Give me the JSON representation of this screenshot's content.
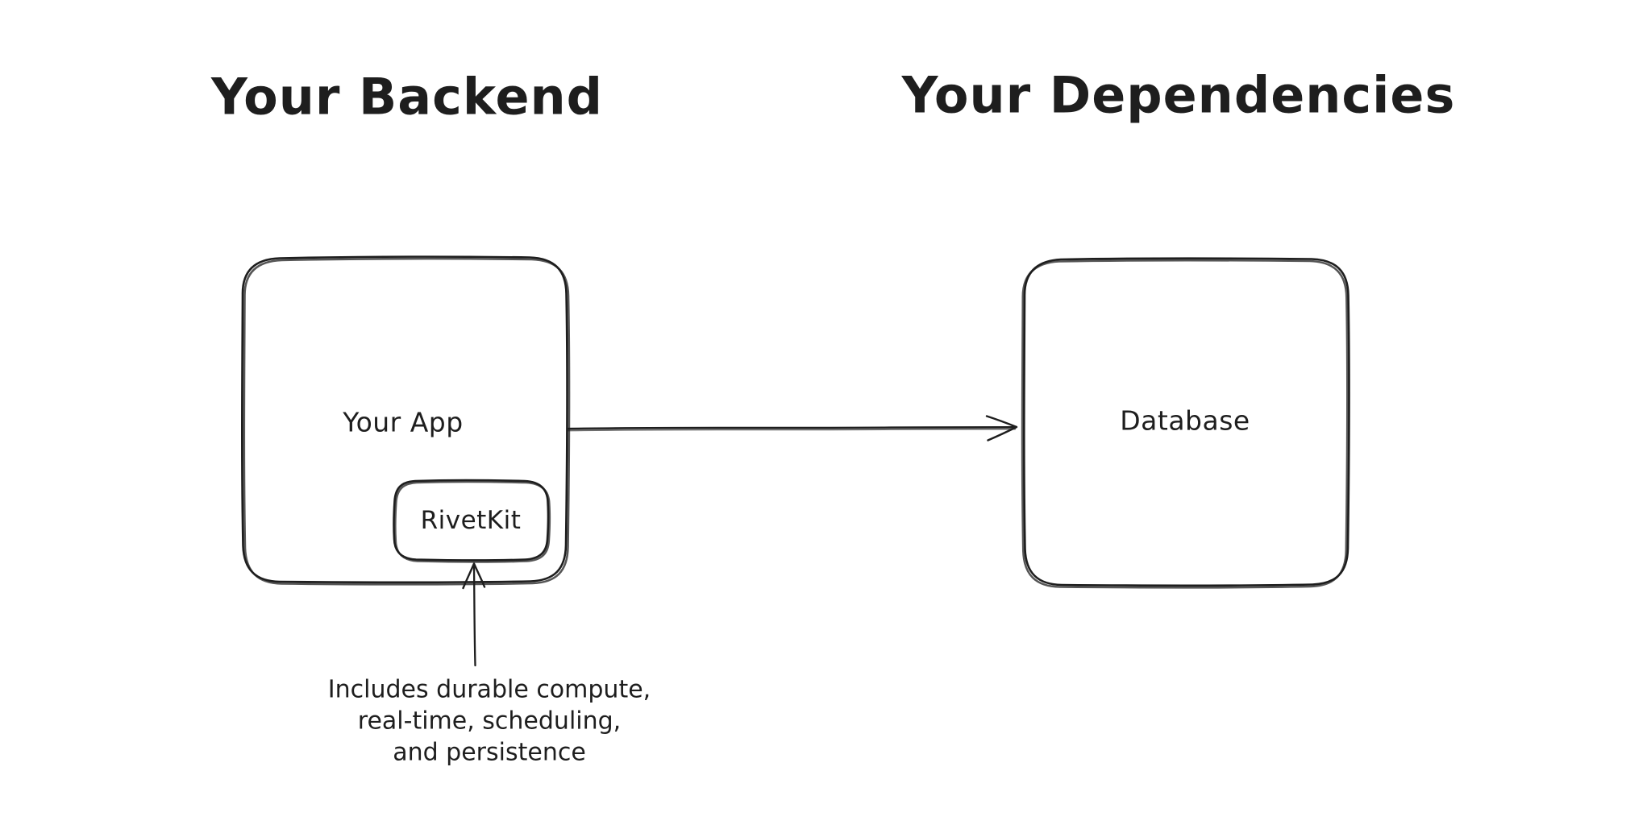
{
  "sections": {
    "backend": {
      "title": "Your Backend"
    },
    "dependencies": {
      "title": "Your Dependencies"
    }
  },
  "nodes": {
    "your_app": {
      "label": "Your App"
    },
    "rivetkit": {
      "label": "RivetKit"
    },
    "database": {
      "label": "Database"
    }
  },
  "arrows": {
    "app_to_database": {
      "from": "Your App",
      "to": "Database"
    },
    "annotation_to_rivetkit": {
      "from": "annotation",
      "to": "RivetKit"
    }
  },
  "annotation": {
    "lines": [
      "Includes durable compute,",
      "real-time, scheduling,",
      "and persistence"
    ]
  },
  "colors": {
    "stroke": "#1e1e1e",
    "background": "#ffffff"
  }
}
